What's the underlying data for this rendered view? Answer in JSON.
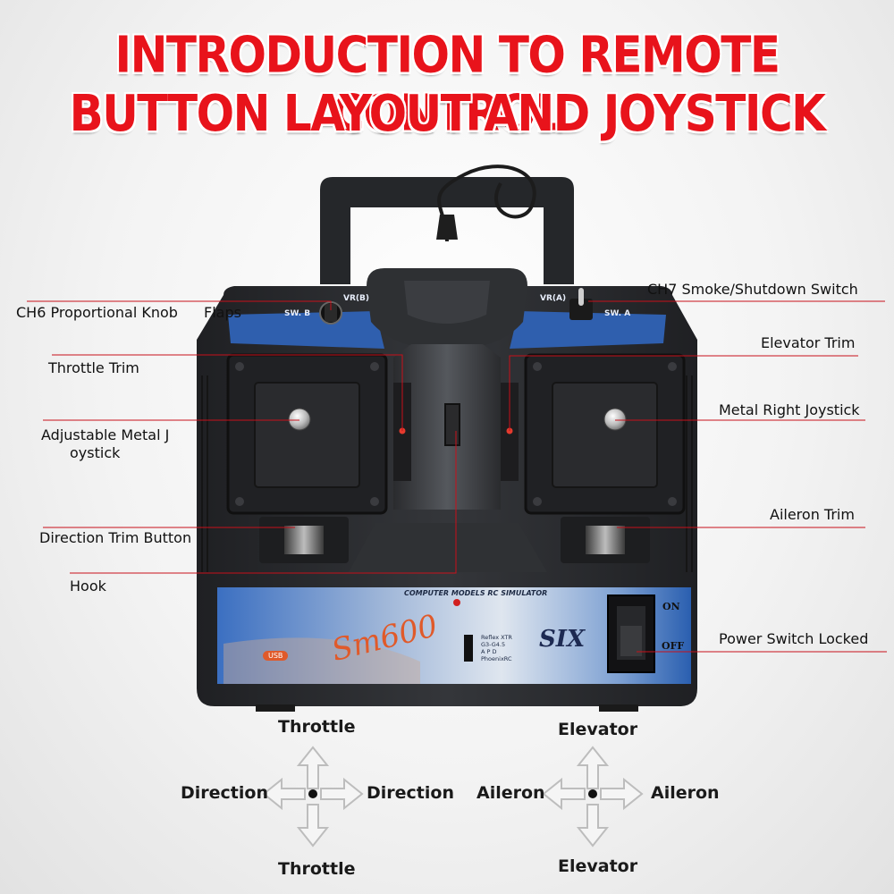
{
  "title": {
    "line1": "INTRODUCTION TO REMOTE CONTROL",
    "line2": "BUTTON LAYOUT AND JOYSTICK"
  },
  "labels": {
    "ch6_knob": "CH6 Proportional Knob",
    "flaps": "Flaps",
    "throttle_trim": "Throttle Trim",
    "left_joystick_1": "Adjustable Metal J",
    "left_joystick_2": "oystick",
    "direction_trim": "Direction Trim Button",
    "hook": "Hook",
    "ch7_switch": "CH7 Smoke/Shutdown Switch",
    "elevator_trim": "Elevator Trim",
    "right_joystick": "Metal Right Joystick",
    "aileron_trim": "Aileron Trim",
    "power_switch": "Power Switch Locked"
  },
  "device": {
    "sw_b": "SW. B",
    "vr_b": "VR(B)",
    "vr_a": "VR(A)",
    "sw_a": "SW. A",
    "simulator_text": "COMPUTER MODELS RC SIMULATOR",
    "model": "Sm600",
    "brand": "SIX",
    "usb": "USB",
    "on": "ON",
    "off": "OFF",
    "sim_list": [
      "Reflex XTR",
      "G3-G4.5",
      "A P D",
      "PhoenixRC"
    ]
  },
  "left_stick_axes": {
    "up": "Throttle",
    "down": "Throttle",
    "left": "Direction",
    "right": "Direction"
  },
  "right_stick_axes": {
    "up": "Elevator",
    "down": "Elevator",
    "left": "Aileron",
    "right": "Aileron"
  },
  "colors": {
    "title_red": "#e8131b",
    "pointer_red": "#c8101a",
    "body_dark": "#2b2d30",
    "panel_blue": "#2f5fae"
  }
}
